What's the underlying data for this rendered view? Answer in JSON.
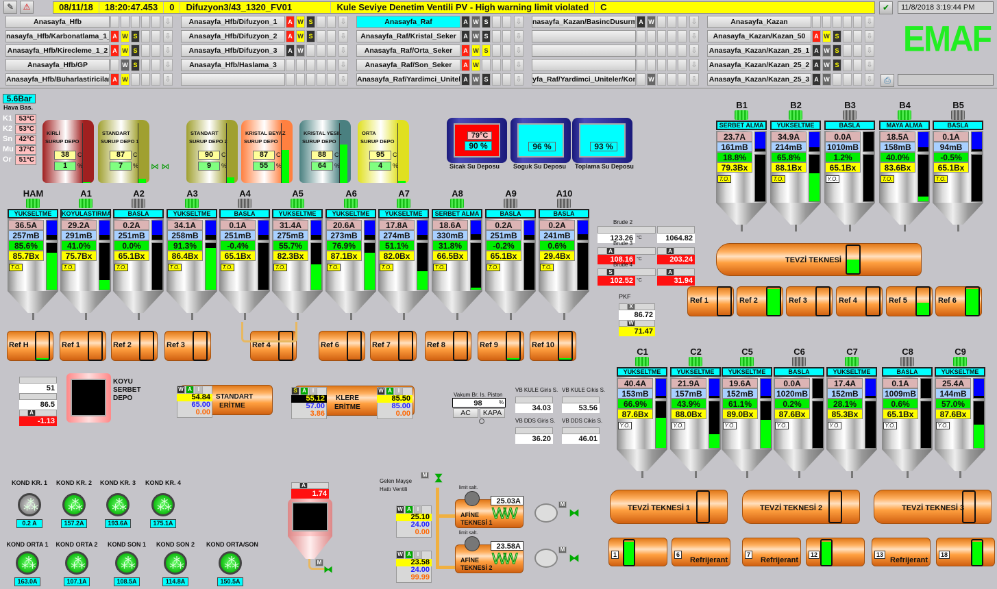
{
  "alarm_bar": {
    "date": "08/11/18",
    "time": "18:20:47.453",
    "count": "0",
    "tag": "Difuzyon3/43_1320_FV01",
    "message": "Kule Seviye Denetim Ventili PV - High warning limit violated",
    "priority": "C"
  },
  "clock": "11/8/2018 3:19:44 PM",
  "logo": "EMAF",
  "nav": [
    [
      {
        "label": "Anasayfa_Hfb",
        "ind": []
      },
      {
        "label": "nasayfa_Hfb/Karbonatlama_1_",
        "ind": [
          [
            "A",
            "red"
          ],
          [
            "W",
            "yellow"
          ],
          [
            "S",
            "dark"
          ]
        ]
      },
      {
        "label": "Anasayfa_Hfb/Kirecleme_1_2",
        "ind": [
          [
            "A",
            "red"
          ],
          [
            "W",
            "yellow"
          ],
          [
            "S",
            "dark"
          ]
        ]
      },
      {
        "label": "Anasayfa_Hfb/GP",
        "ind": [
          [
            "",
            ""
          ],
          [
            "W",
            "gray"
          ],
          [
            "S",
            "dark"
          ]
        ]
      },
      {
        "label": "Anasayfa_Hfb/Buharlastiricilar",
        "ind": [
          [
            "A",
            "red"
          ],
          [
            "W",
            "yellow"
          ]
        ]
      }
    ],
    [
      {
        "label": "Anasayfa_Hfb/Difuzyon_1",
        "ind": [
          [
            "A",
            "red"
          ],
          [
            "W",
            "yellow"
          ],
          [
            "S",
            "dark"
          ]
        ]
      },
      {
        "label": "Anasayfa_Hfb/Difuzyon_2",
        "ind": [
          [
            "A",
            "red"
          ],
          [
            "W",
            "yellow"
          ],
          [
            "S",
            "dark"
          ]
        ]
      },
      {
        "label": "Anasayfa_Hfb/Difuzyon_3",
        "ind": [
          [
            "A",
            "darkw"
          ],
          [
            "W",
            "gray"
          ]
        ]
      },
      {
        "label": "Anasayfa_Hfb/Haslama_3",
        "ind": []
      },
      {
        "label": "",
        "ind": []
      }
    ],
    [
      {
        "label": "Anasayfa_Raf",
        "active": true,
        "ind": [
          [
            "A",
            "darkw"
          ],
          [
            "W",
            "gray"
          ],
          [
            "S",
            "darkw"
          ]
        ]
      },
      {
        "label": "Anasayfa_Raf/Kristal_Seker",
        "ind": [
          [
            "A",
            "darkw"
          ],
          [
            "W",
            "gray"
          ],
          [
            "S",
            "darkw"
          ]
        ]
      },
      {
        "label": "Anasayfa_Raf/Orta_Seker",
        "ind": [
          [
            "A",
            "red"
          ],
          [
            "W",
            "yellow"
          ],
          [
            "S",
            "yellow"
          ]
        ]
      },
      {
        "label": "Anasayfa_Raf/Son_Seker",
        "ind": [
          [
            "A",
            "red"
          ],
          [
            "W",
            "yellow"
          ]
        ]
      },
      {
        "label": "Anasayfa_Raf/Yardimci_Uniteler",
        "ind": [
          [
            "A",
            "darkw"
          ],
          [
            "W",
            "gray"
          ],
          [
            "S",
            "darkw"
          ]
        ]
      }
    ],
    [
      {
        "label": "nasayfa_Kazan/BasincDusurme",
        "ind": [
          [
            "A",
            "darkw"
          ],
          [
            "W",
            "gray"
          ]
        ]
      },
      {
        "label": "",
        "ind": []
      },
      {
        "label": "",
        "ind": []
      },
      {
        "label": "",
        "ind": []
      },
      {
        "label": "yfa_Raf/Yardimci_Uniteler/Kond",
        "ind": [
          [
            "",
            ""
          ],
          [
            "W",
            "gray"
          ]
        ]
      }
    ],
    [
      {
        "label": "Anasayfa_Kazan",
        "ind": []
      },
      {
        "label": "Anasayfa_Kazan/Kazan_50",
        "ind": [
          [
            "A",
            "red"
          ],
          [
            "W",
            "yellow"
          ],
          [
            "S",
            "dark"
          ]
        ]
      },
      {
        "label": "Anasayfa_Kazan/Kazan_25_1",
        "ind": [
          [
            "A",
            "darkw"
          ],
          [
            "W",
            "gray"
          ],
          [
            "S",
            "dark"
          ]
        ]
      },
      {
        "label": "Anasayfa_Kazan/Kazan_25_2",
        "ind": [
          [
            "A",
            "darkw"
          ],
          [
            "W",
            "gray"
          ],
          [
            "S",
            "dark"
          ]
        ]
      },
      {
        "label": "Anasayfa_Kazan/Kazan_25_3",
        "ind": [
          [
            "A",
            "darkw"
          ],
          [
            "W",
            "gray"
          ]
        ]
      }
    ]
  ],
  "air_pressure": {
    "value": "5.6Bar",
    "label": "Hava Bas."
  },
  "temps": [
    {
      "label": "K1",
      "value": "53°C"
    },
    {
      "label": "K2",
      "value": "53°C"
    },
    {
      "label": "Sn",
      "value": "42°C"
    },
    {
      "label": "Mu",
      "value": "37°C"
    },
    {
      "label": "Or",
      "value": "51°C"
    }
  ],
  "syrup_tanks": [
    {
      "l1": "KİRLİ",
      "l2": "SURUP DEPO",
      "temp": "38",
      "level": "1",
      "color": "#a02020",
      "fill": 0.01
    },
    {
      "l1": "STANDART",
      "l2": "SURUP DEPO 1",
      "temp": "87",
      "level": "7",
      "color": "#a0a030",
      "fill": 0.07
    },
    {
      "l1": "STANDART",
      "l2": "SURUP DEPO 2",
      "temp": "90",
      "level": "9",
      "color": "#a0a030",
      "fill": 0.09
    },
    {
      "l1": "KRISTAL BEYAZ",
      "l2": "SURUP DEPO",
      "temp": "87",
      "level": "55",
      "color": "#ff8040",
      "fill": 0.55
    },
    {
      "l1": "KRISTAL YESIL",
      "l2": "SURUP DEPO",
      "temp": "88",
      "level": "64",
      "color": "#4a8080",
      "fill": 0.64
    },
    {
      "l1": "ORTA",
      "l2": "SURUP DEPO",
      "temp": "95",
      "level": "4",
      "color": "#e0e020",
      "fill": 0.04
    }
  ],
  "units": {
    "temp": "C",
    "pct": "%",
    "degc": "°C",
    "amp": "A"
  },
  "water_tanks": [
    {
      "name": "Sicak Su Deposu",
      "temp": "79°C",
      "level": "90 %",
      "color": "#ff0000",
      "fill": 0.9
    },
    {
      "name": "Soguk Su Deposu",
      "level": "96 %",
      "color": "#00ffff",
      "fill": 0.96
    },
    {
      "name": "Toplama Su Deposu",
      "level": "93 %",
      "color": "#00ffff",
      "fill": 0.93
    }
  ],
  "a_tanks": [
    {
      "name": "HAM",
      "status": "YUKSELTME",
      "amp": "36.5A",
      "press": "257mB",
      "pct": "85.6%",
      "brix": "85.7Bx",
      "badge": "T.O.",
      "on": true,
      "top": 0.75,
      "bottom": 0.8
    },
    {
      "name": "A1",
      "status": "KOYULASTIRMA",
      "amp": "29.2A",
      "press": "291mB",
      "pct": "41.0%",
      "brix": "75.7Bx",
      "badge": "T.O.",
      "on": true,
      "top": 0.75,
      "bottom": 0.2
    },
    {
      "name": "A2",
      "status": "BASLA",
      "amp": "0.2A",
      "press": "251mB",
      "pct": "0.0%",
      "brix": "65.1Bx",
      "badge": "T.O.",
      "on": false,
      "top": 0.75,
      "bottom": 0
    },
    {
      "name": "A3",
      "status": "YUKSELTME",
      "amp": "34.1A",
      "press": "258mB",
      "pct": "91.3%",
      "brix": "86.4Bx",
      "badge": "T.O.",
      "on": true,
      "top": 0.75,
      "bottom": 0.9
    },
    {
      "name": "A4",
      "status": "BASLA",
      "amp": "0.1A",
      "press": "251mB",
      "pct": "-0.4%",
      "brix": "65.1Bx",
      "badge": "T.O.",
      "on": false,
      "top": 0.75,
      "bottom": 0
    },
    {
      "name": "A5",
      "status": "YUKSELTME",
      "amp": "31.4A",
      "press": "275mB",
      "pct": "55.7%",
      "brix": "82.3Bx",
      "badge": "T.O.",
      "on": true,
      "top": 0.75,
      "bottom": 0.55
    },
    {
      "name": "A6",
      "status": "YUKSELTME",
      "amp": "20.6A",
      "press": "273mB",
      "pct": "76.9%",
      "brix": "87.1Bx",
      "badge": "T.O.",
      "on": true,
      "top": 0.75,
      "bottom": 0.8
    },
    {
      "name": "A7",
      "status": "YUKSELTME",
      "amp": "17.8A",
      "press": "274mB",
      "pct": "51.1%",
      "brix": "82.0Bx",
      "badge": "T.O.",
      "on": true,
      "top": 0.75,
      "bottom": 0.4
    },
    {
      "name": "A8",
      "status": "SERBET ALMA",
      "amp": "18.6A",
      "press": "330mB",
      "pct": "31.8%",
      "brix": "66.5Bx",
      "badge": "T.O.",
      "on": true,
      "top": 0.7,
      "bottom": 0.05
    },
    {
      "name": "A9",
      "status": "BASLA",
      "amp": "0.2A",
      "press": "251mB",
      "pct": "-0.2%",
      "brix": "65.1Bx",
      "badge": "T.O.",
      "on": false,
      "top": 0.75,
      "bottom": 0
    },
    {
      "name": "A10",
      "status": "BASLA",
      "amp": "0.2A",
      "press": "241mB",
      "pct": "0.6%",
      "brix": "29.4Bx",
      "badge": "T.O.",
      "on": false,
      "top": 0.7,
      "bottom": 0
    }
  ],
  "a_refs": [
    {
      "name": "Ref H",
      "fill": 0.05
    },
    {
      "name": "Ref 1",
      "fill": 0
    },
    {
      "name": "Ref 2",
      "fill": 0
    },
    {
      "name": "Ref 3",
      "fill": 0
    },
    {
      "name": "Ref 4",
      "fill": 0
    },
    {
      "name": "Ref 6",
      "fill": 0
    },
    {
      "name": "Ref 7",
      "fill": 0
    },
    {
      "name": "Ref 8",
      "fill": 0
    },
    {
      "name": "Ref 9",
      "fill": 0.05
    },
    {
      "name": "Ref 10",
      "fill": 0.05
    }
  ],
  "b_tanks": [
    {
      "name": "B1",
      "status": "SERBET ALMA",
      "amp": "23.7A",
      "press": "161mB",
      "pct": "18.8%",
      "brix": "79.3Bx",
      "badge": "T.O.",
      "on": true,
      "top": 0.85,
      "bottom": 0
    },
    {
      "name": "B2",
      "status": "YUKSELTME",
      "amp": "34.9A",
      "press": "214mB",
      "pct": "65.8%",
      "brix": "88.1Bx",
      "badge": "T.O.",
      "on": true,
      "top": 0.8,
      "bottom": 0.6
    },
    {
      "name": "B3",
      "status": "BASLA",
      "amp": "0.0A",
      "press": "1010mB",
      "pct": "1.2%",
      "brix": "65.1Bx",
      "badge": "Y.O.",
      "on": false,
      "top": 0,
      "bottom": 0
    },
    {
      "name": "B4",
      "status": "MAYA ALMA",
      "amp": "18.5A",
      "press": "158mB",
      "pct": "40.0%",
      "brix": "83.6Bx",
      "badge": "T.O.",
      "on": true,
      "top": 0.8,
      "bottom": 0.1
    },
    {
      "name": "B5",
      "status": "BASLA",
      "amp": "0.1A",
      "press": "94mB",
      "pct": "-0.5%",
      "brix": "65.1Bx",
      "badge": "T.O.",
      "on": false,
      "top": 0.9,
      "bottom": 0
    }
  ],
  "tevzi_main": {
    "label": "TEVZİ TEKNESİ",
    "fill": 0.5
  },
  "b_refs": [
    {
      "name": "Ref 1",
      "fill": 0
    },
    {
      "name": "Ref 2",
      "fill": 0.95
    },
    {
      "name": "Ref 3",
      "fill": 0
    },
    {
      "name": "Ref 4",
      "fill": 0
    },
    {
      "name": "Ref 5",
      "fill": 0.45
    },
    {
      "name": "Ref 6",
      "fill": 0.95
    }
  ],
  "brude": [
    {
      "label": "Brude 2",
      "flag": "",
      "v1": "123.26",
      "v2": "1064.82",
      "alarm": false
    },
    {
      "label": "Brude 3",
      "flag": "A",
      "v1": "108.16",
      "v2": "203.24",
      "flag2": "A",
      "alarm": true
    },
    {
      "label": "Brude 4",
      "flag": "S",
      "v1": "102.52",
      "v2": "31.94",
      "flag2": "A",
      "alarm": true
    }
  ],
  "pkf": {
    "label": "PKF",
    "flag1": "X",
    "v1": "86.72",
    "flag2": "W",
    "v2": "71.47"
  },
  "c_tanks": [
    {
      "name": "C1",
      "status": "YUKSELTME",
      "amp": "40.4A",
      "press": "153mB",
      "pct": "66.9%",
      "brix": "87.6Bx",
      "badge": "Y.O.",
      "on": true,
      "top": 0.9,
      "bottom": 0.65
    },
    {
      "name": "C2",
      "status": "YUKSELTME",
      "amp": "21.9A",
      "press": "157mB",
      "pct": "43.9%",
      "brix": "88.0Bx",
      "badge": "Y.O.",
      "on": true,
      "top": 0.9,
      "bottom": 0.3
    },
    {
      "name": "C5",
      "status": "YUKSELTME",
      "amp": "19.6A",
      "press": "152mB",
      "pct": "61.1%",
      "brix": "89.0Bx",
      "badge": "Y.O.",
      "on": true,
      "top": 0.9,
      "bottom": 0.6
    },
    {
      "name": "C6",
      "status": "BASLA",
      "amp": "0.0A",
      "press": "1020mB",
      "pct": "0.2%",
      "brix": "87.6Bx",
      "badge": "Y.O.",
      "on": false,
      "top": 0,
      "bottom": 0
    },
    {
      "name": "C7",
      "status": "YUKSELTME",
      "amp": "17.4A",
      "press": "152mB",
      "pct": "28.1%",
      "brix": "85.3Bx",
      "badge": "Y.O.",
      "on": true,
      "top": 0.9,
      "bottom": 0
    },
    {
      "name": "C8",
      "status": "BASLA",
      "amp": "0.1A",
      "press": "1009mB",
      "pct": "0.6%",
      "brix": "65.1Bx",
      "badge": "Y.O.",
      "on": false,
      "top": 0,
      "bottom": 0
    },
    {
      "name": "C9",
      "status": "YUKSELTME",
      "amp": "25.4A",
      "press": "144mB",
      "pct": "57.0%",
      "brix": "87.6Bx",
      "badge": "Y.O.",
      "on": true,
      "top": 0.9,
      "bottom": 0.5
    }
  ],
  "tevzi_c": [
    {
      "label": "TEVZİ TEKNESİ 1"
    },
    {
      "label": "TEVZİ TEKNESİ 2"
    },
    {
      "label": "TEVZİ TEKNESİ 3"
    }
  ],
  "c_refs": [
    {
      "num": "1",
      "label": "",
      "fill": 0.95
    },
    {
      "num": "6",
      "label": "Refrijerant",
      "fill": 0
    },
    {
      "num": "7",
      "label": "Refrijerant",
      "fill": 0
    },
    {
      "num": "12",
      "label": "",
      "fill": 0.95
    },
    {
      "num": "13",
      "label": "Refrijerant",
      "fill": 0
    },
    {
      "num": "18",
      "label": "",
      "fill": 0.95
    }
  ],
  "koyu": {
    "l1": "KOYU",
    "l2": "SERBET",
    "l3": "DEPO",
    "v1": "51",
    "v2": "86.5",
    "flag": "A",
    "v3": "-1.13"
  },
  "standart_eritme": {
    "l1": "STANDART",
    "l2": "ERİTME",
    "flags": [
      "W",
      "A",
      "I"
    ],
    "v1": "54.84",
    "v2": "65.00",
    "v3": "0.00"
  },
  "klere_eritme": {
    "l1": "KLERE",
    "l2": "ERİTME",
    "left": {
      "flags": [
        "S",
        "A",
        "I"
      ],
      "v1": "55.12",
      "v2": "57.00",
      "v3": "3.86"
    },
    "right": {
      "flags": [
        "W",
        "A",
        "I"
      ],
      "v1": "85.50",
      "v2": "85.00",
      "v3": "0.00"
    }
  },
  "vakum": {
    "label": "Vakum Br. Is. Piston",
    "value": "98",
    "unit": "%",
    "open": "AC",
    "close": "KAPA"
  },
  "vb": [
    {
      "label": "VB KULE Giris S.",
      "value": "34.03"
    },
    {
      "label": "VB KULE Cikis S.",
      "value": "53.56"
    },
    {
      "label": "VB DDS Giris S.",
      "value": "36.20"
    },
    {
      "label": "VB DDS Cikis S.",
      "value": "46.01"
    }
  ],
  "kond_row1": [
    {
      "label": "KOND KR. 1",
      "value": "0.2  A",
      "on": false
    },
    {
      "label": "KOND KR. 2",
      "value": "157.2A",
      "on": true
    },
    {
      "label": "KOND KR. 3",
      "value": "193.6A",
      "on": true
    },
    {
      "label": "KOND KR. 4",
      "value": "175.1A",
      "on": true
    }
  ],
  "kond_row2": [
    {
      "label": "KOND ORTA 1",
      "value": "163.0A",
      "on": true
    },
    {
      "label": "KOND ORTA 2",
      "value": "107.1A",
      "on": true
    },
    {
      "label": "KOND SON 1",
      "value": "108.5A",
      "on": true
    },
    {
      "label": "KOND SON 2",
      "value": "114.8A",
      "on": true
    },
    {
      "label": "KOND ORTA/SON",
      "value": "150.5A",
      "on": true
    }
  ],
  "hopper": {
    "flag": "A",
    "value": "1.74",
    "motor": "M"
  },
  "afine": {
    "valve_l1": "Gelen Mayşe",
    "valve_l2": "Hattı Ventili",
    "motor": "M",
    "panels": [
      {
        "flags": [
          "W",
          "A",
          "I"
        ],
        "v1": "25.10",
        "v2": "24.00",
        "v3": "0.00"
      },
      {
        "flags": [
          "W",
          "A",
          "I"
        ],
        "v1": "23.58",
        "v2": "24.00",
        "v3": "99.99"
      }
    ],
    "tanks": [
      {
        "limit": "limit salt.",
        "amp": "25.03A",
        "l1": "AFİNE",
        "l2": "TEKNESİ 1"
      },
      {
        "limit": "limit salt.",
        "amp": "23.58A",
        "l1": "AFİNE",
        "l2": "TEKNESİ 2"
      }
    ]
  }
}
